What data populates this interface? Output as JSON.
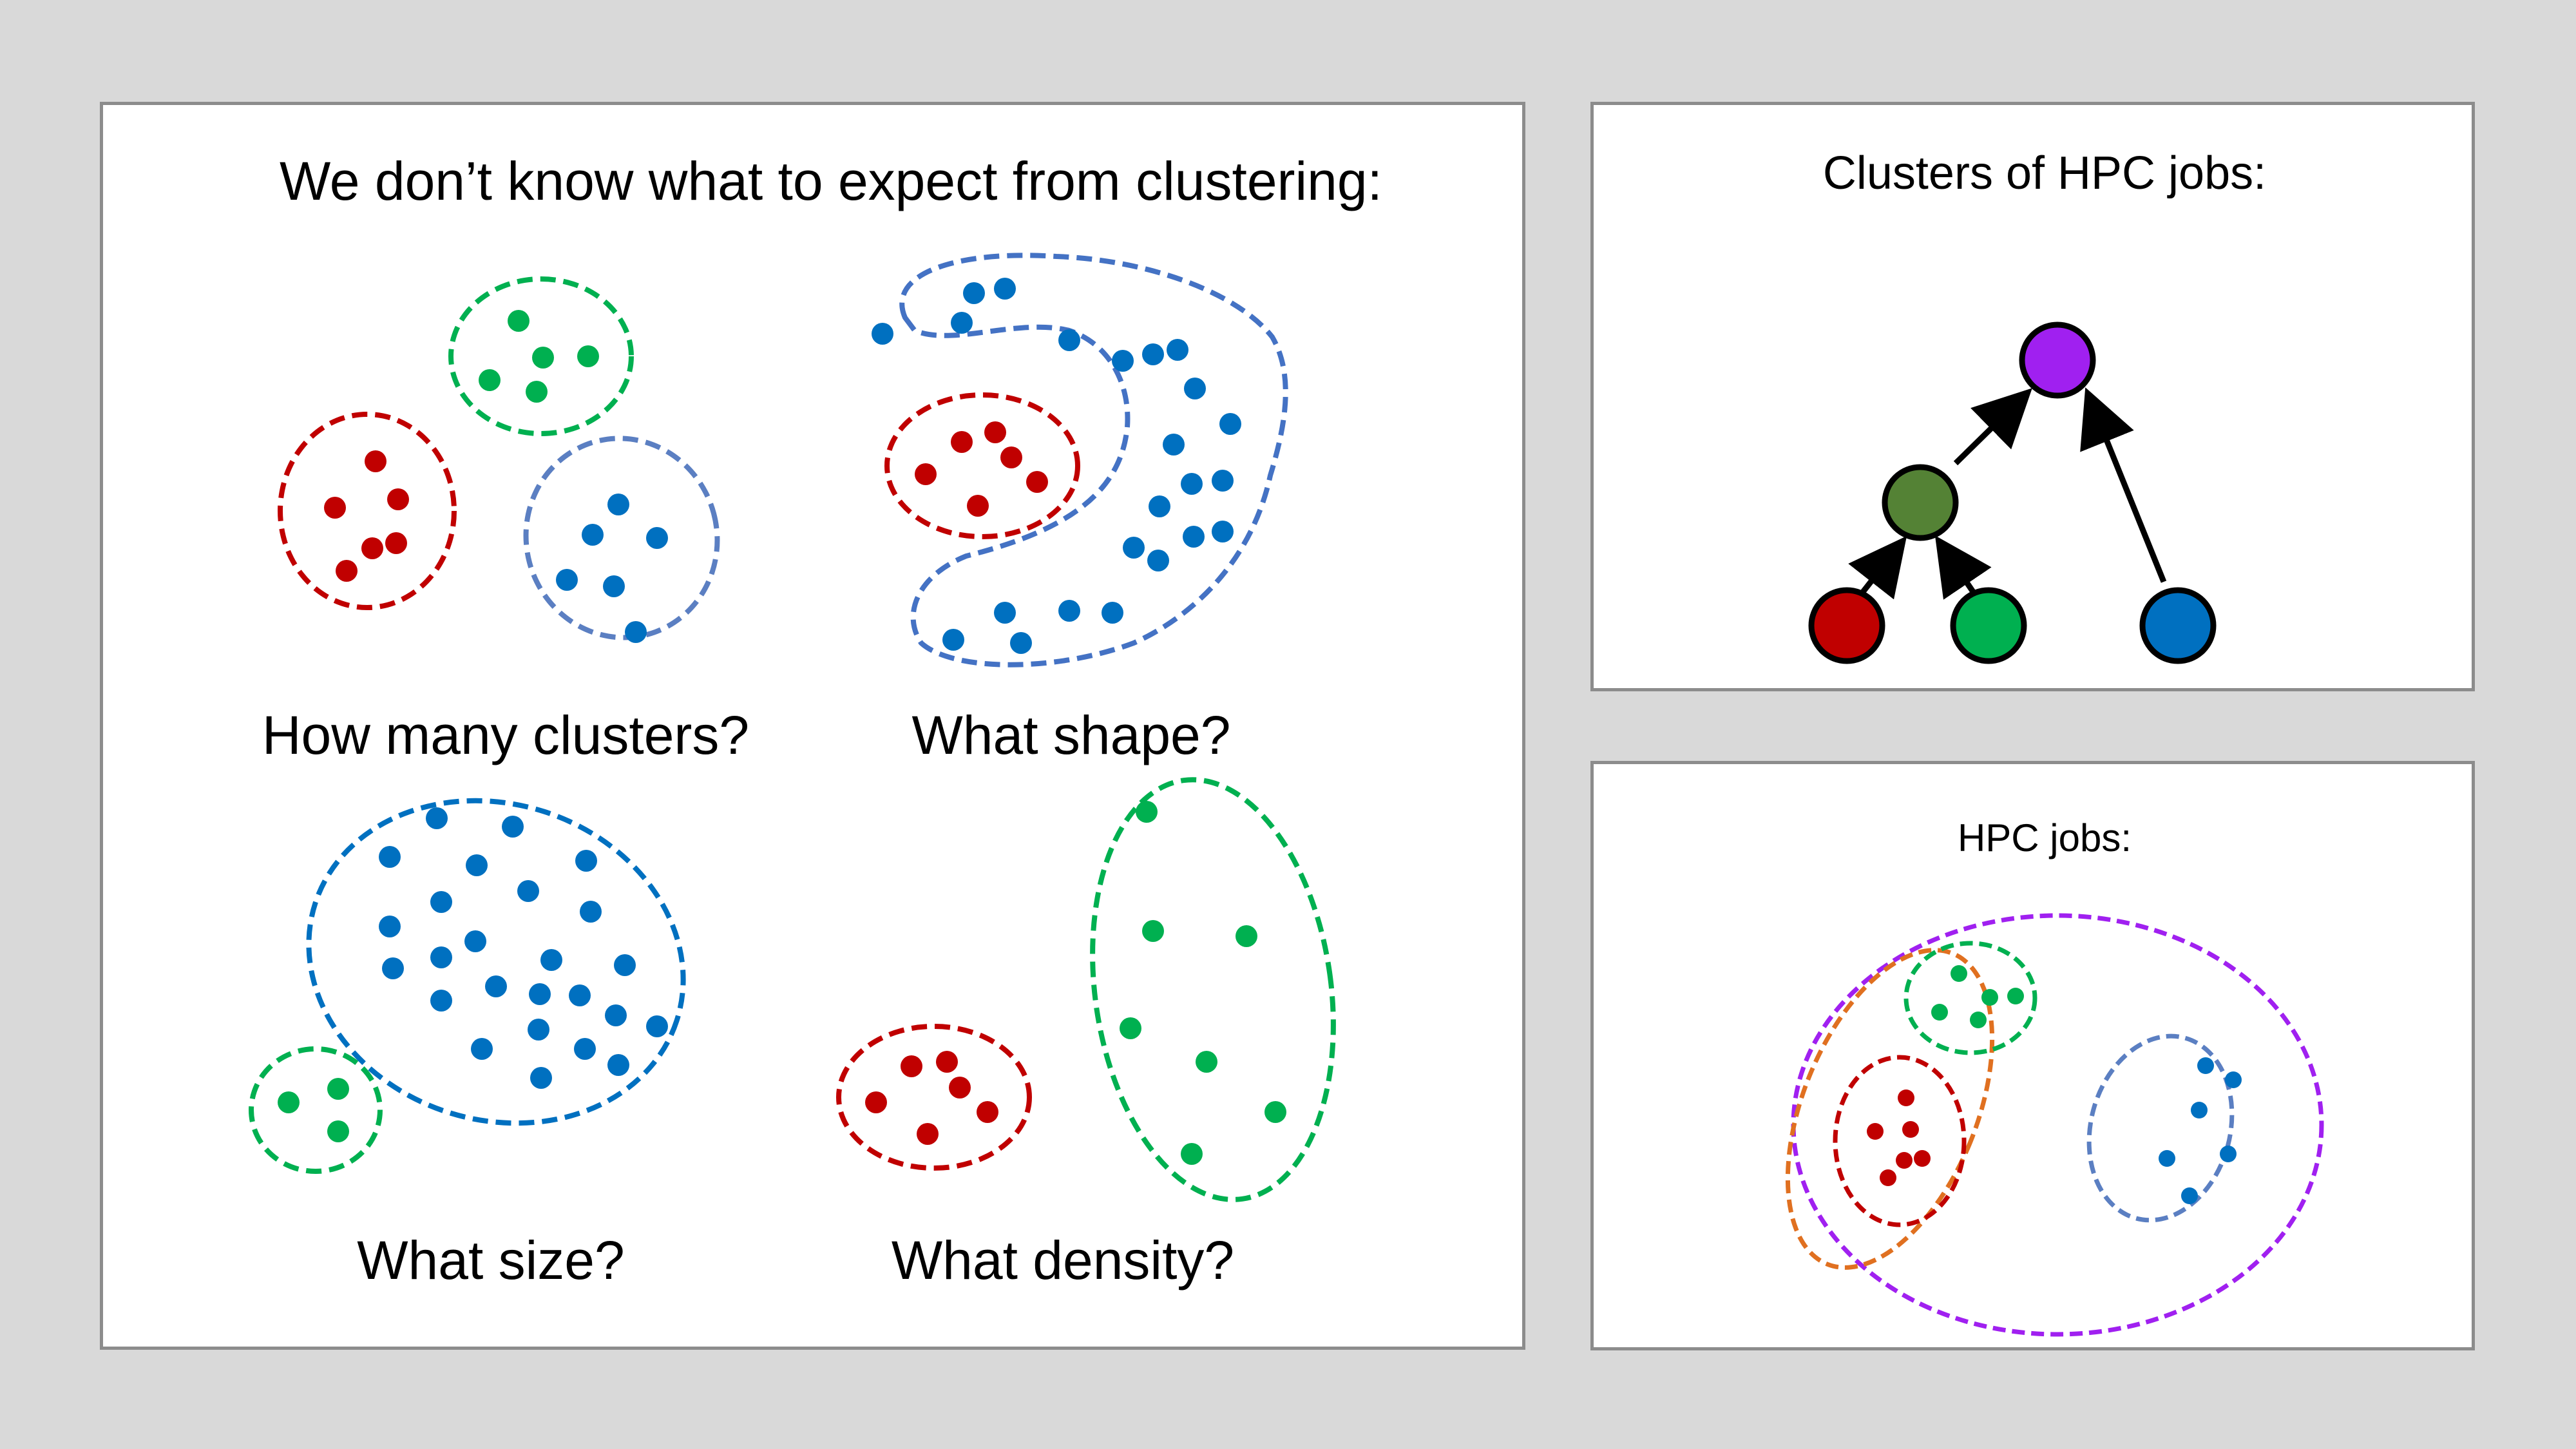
{
  "main": {
    "title": "We don’t know what to expect from clustering:",
    "captions": {
      "how_many": "How many clusters?",
      "shape": "What shape?",
      "size": "What size?",
      "density": "What density?"
    }
  },
  "hierarchy": {
    "title": "Clusters of HPC jobs:"
  },
  "jobs": {
    "title": "HPC jobs:"
  },
  "colors": {
    "red": "#c00000",
    "green": "#00b050",
    "blue": "#0070c0",
    "slate_blue": "#4472c4",
    "muted_blue": "#5b7fc2",
    "purple": "#a020f0",
    "olive": "#548235",
    "orange": "#e07020"
  }
}
